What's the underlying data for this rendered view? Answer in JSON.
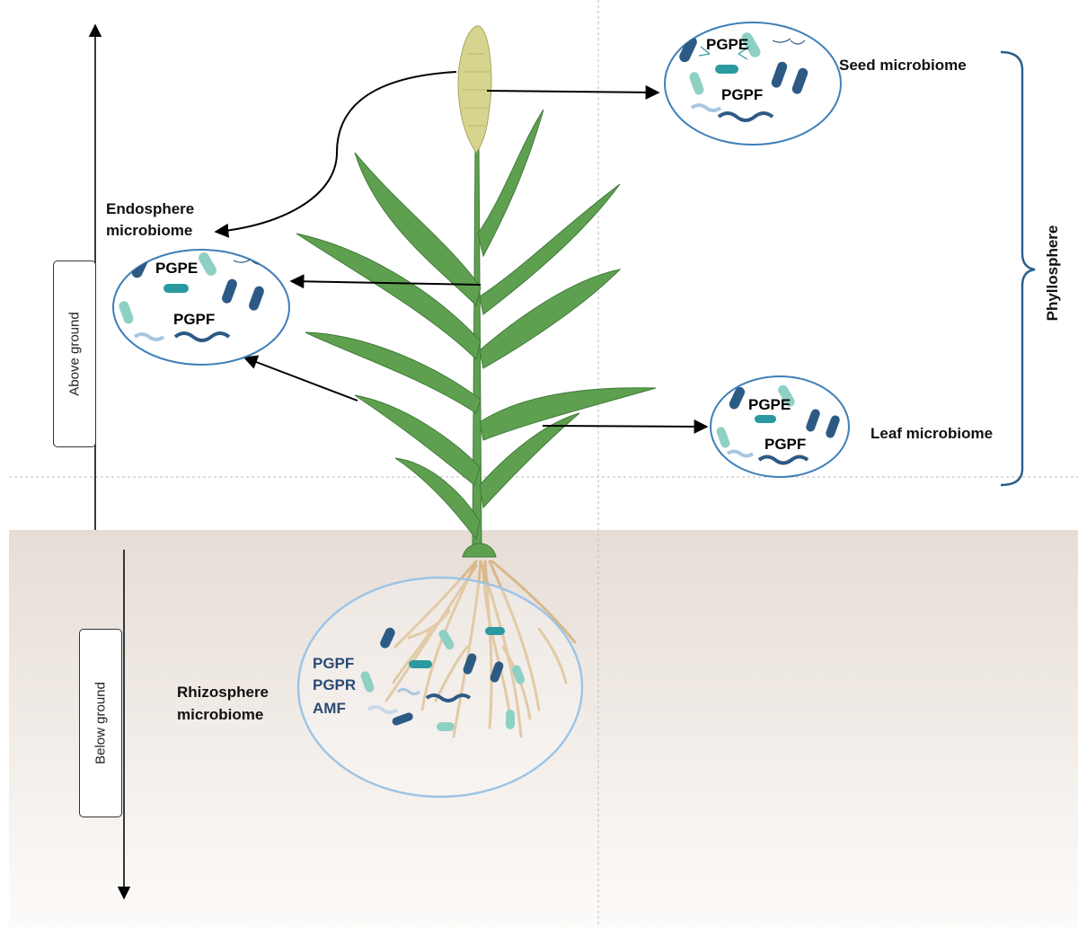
{
  "labels": {
    "seed": "Seed microbiome",
    "endosphere_line1": "Endosphere",
    "endosphere_line2": "microbiome",
    "leaf": "Leaf microbiome",
    "rhizosphere_line1": "Rhizosphere",
    "rhizosphere_line2": "microbiome",
    "phyllosphere": "Phyllosphere",
    "above_ground": "Above ground",
    "below_ground": "Below ground"
  },
  "seed_blob": {
    "top": "PGPE",
    "bottom": "PGPF"
  },
  "endo_blob": {
    "top": "PGPE",
    "bottom": "PGPF"
  },
  "leaf_blob": {
    "top": "PGPE",
    "bottom": "PGPF"
  },
  "rhizo_items": [
    "PGPF",
    "PGPR",
    "AMF"
  ],
  "colors": {
    "soil_top": "#e6ddd6",
    "soil_bottom": "#fdfbf9",
    "plant_leaf": "#5fa050",
    "plant_vein": "#3f7a38",
    "panicle": "#d6d48e",
    "roots": "#d9b88a",
    "blob_border": "#3f7fb8",
    "rhizo_border": "#9cc4e6",
    "bracket": "#2a5f8a",
    "microbe_dark": "#2d5a85",
    "microbe_teal": "#2a9aa0",
    "microbe_light": "#8fd0c4"
  }
}
